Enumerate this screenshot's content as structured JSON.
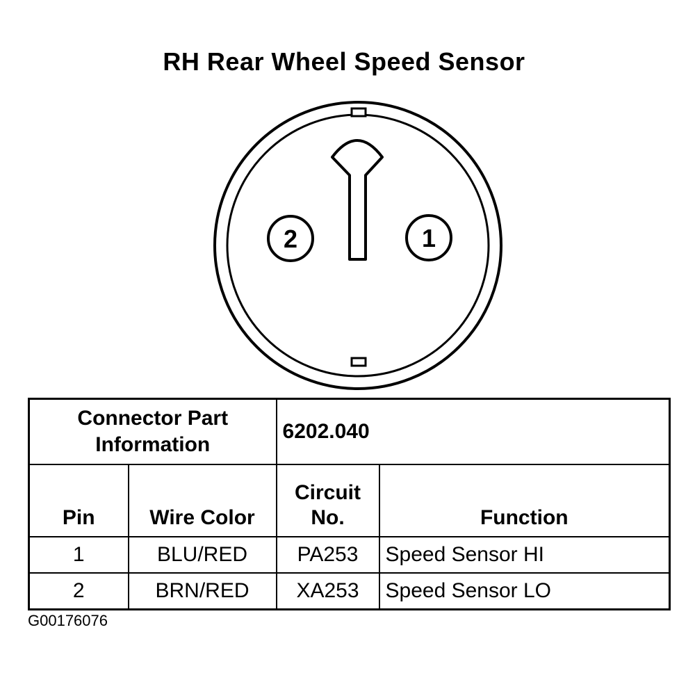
{
  "title": "RH Rear Wheel Speed Sensor",
  "connector": {
    "pins": [
      {
        "label": "2"
      },
      {
        "label": "1"
      }
    ]
  },
  "table": {
    "part_info_label_line1": "Connector Part",
    "part_info_label_line2": "Information",
    "part_number": "6202.040",
    "headers": {
      "pin": "Pin",
      "wire_color": "Wire Color",
      "circuit_line1": "Circuit",
      "circuit_line2": "No.",
      "function": "Function"
    },
    "rows": [
      {
        "pin": "1",
        "wire_color": "BLU/RED",
        "circuit": "PA253",
        "function": "Speed Sensor HI"
      },
      {
        "pin": "2",
        "wire_color": "BRN/RED",
        "circuit": "XA253",
        "function": "Speed Sensor LO"
      }
    ]
  },
  "figure_id": "G00176076"
}
